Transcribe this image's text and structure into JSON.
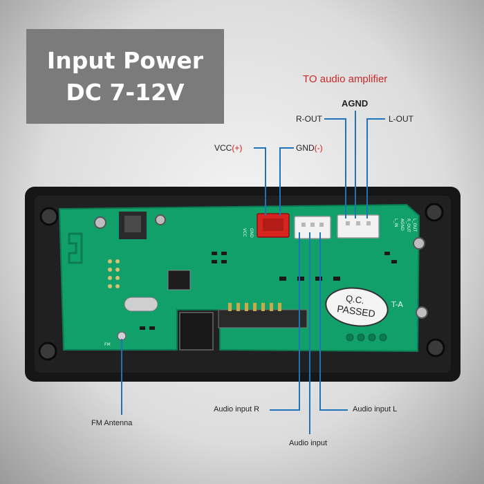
{
  "power_box": {
    "line1": "Input Power",
    "line2": "DC 7-12V"
  },
  "amp_title": "TO audio amplifier",
  "labels": {
    "agnd": "AGND",
    "r_out": "R-OUT",
    "l_out": "L-OUT",
    "vcc_text": "VCC",
    "vcc_sign": "(+)",
    "gnd_text": "GND",
    "gnd_sign": "(-)",
    "fm_antenna": "FM Antenna",
    "audio_input_r": "Audio input R",
    "audio_input_l": "Audio input L",
    "audio_input": "Audio input"
  },
  "board": {
    "stamp_line1": "Q.C.",
    "stamp_line2": "PASSED",
    "silk_vcc": "VCC",
    "silk_gnd": "GND",
    "silk_agnd": "AGND",
    "silk_r_out": "R_OUT",
    "silk_l_out": "L_OUT",
    "silk_l_in": "L_IN",
    "silk_fm": "FM",
    "silk_a": "T-A"
  },
  "colors": {
    "pcb": "#11a06a",
    "frame": "#161616",
    "connector_red": "#d7241f",
    "connector_white": "#f2f2f2",
    "leader_line": "#1f73b8",
    "title_red": "#c92a2a"
  }
}
